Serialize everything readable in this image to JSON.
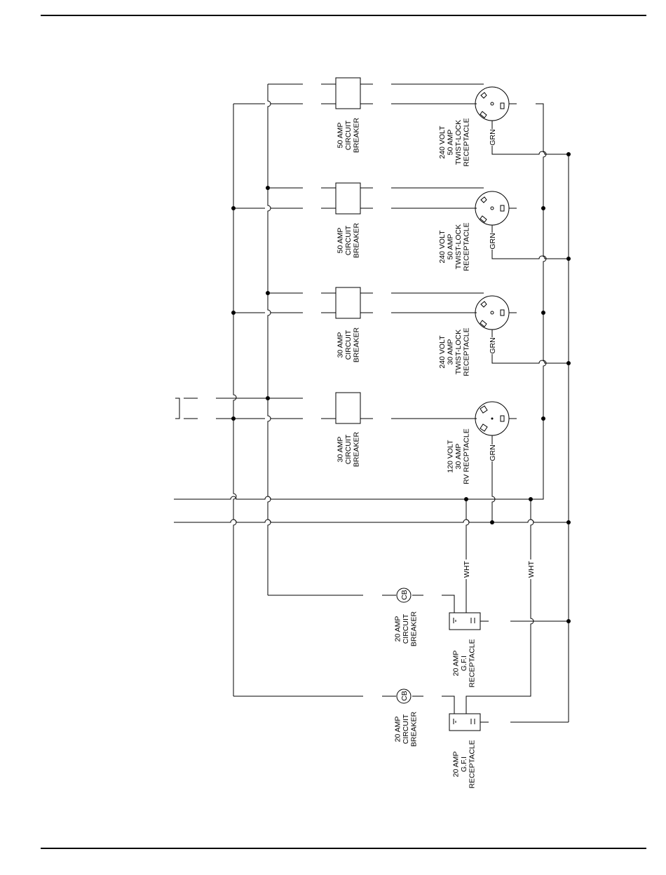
{
  "breakers": [
    {
      "lines": [
        "50 AMP",
        "CIRCUIT",
        "BREAKER"
      ]
    },
    {
      "lines": [
        "50 AMP",
        "CIRCUIT",
        "BREAKER"
      ]
    },
    {
      "lines": [
        "30 AMP",
        "CIRCUIT",
        "BREAKER"
      ]
    },
    {
      "lines": [
        "30 AMP",
        "CIRCUIT",
        "BREAKER"
      ]
    },
    {
      "lines": [
        "20 AMP",
        "CIRCUIT",
        "BREAKER"
      ]
    },
    {
      "lines": [
        "20 AMP",
        "CIRCUIT",
        "BREAKER"
      ]
    }
  ],
  "breaker_symbol": "CB",
  "receptacles": [
    {
      "lines": [
        "240 VOLT",
        "50 AMP",
        "TWIST-LOCK",
        "RECEPTACLE"
      ]
    },
    {
      "lines": [
        "240 VOLT",
        "50 AMP",
        "TWIST-LOCK",
        "RECEPTACLE"
      ]
    },
    {
      "lines": [
        "240 VOLT",
        "30 AMP",
        "TWIST-LOCK",
        "RECEPTACLE"
      ]
    },
    {
      "lines": [
        "120 VOLT",
        "30 AMP",
        "RV RECPTACLE"
      ]
    },
    {
      "lines": [
        "20 AMP",
        "G.F.I",
        "RECEPTACLE"
      ]
    },
    {
      "lines": [
        "20 AMP",
        "G.F.I",
        "RECEPTACLE"
      ]
    }
  ],
  "wire_labels": {
    "ground": "GRN",
    "neutral": "WHT"
  }
}
